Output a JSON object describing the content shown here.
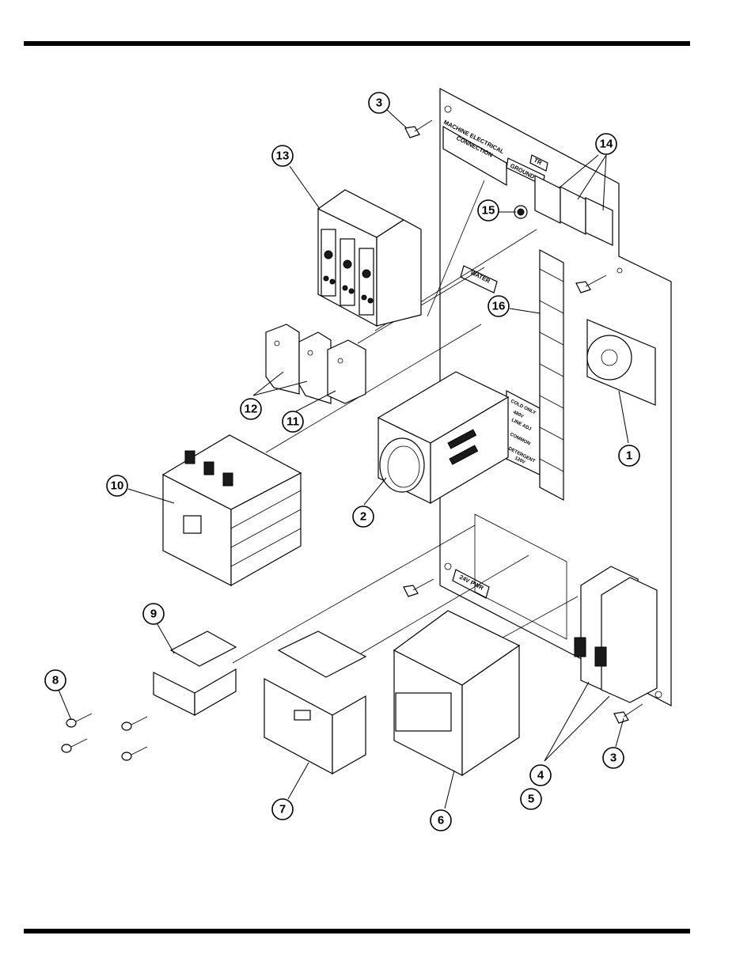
{
  "panel_labels": {
    "machine_connection_line1": "MACHINE ELECTRICAL",
    "machine_connection_line2": "CONNECTION",
    "ground": "GROUND",
    "tr": "TR",
    "water": "WATER",
    "pwr_24v": "24V PWR",
    "cold_only": "COLD ONLY",
    "v480": "480V",
    "line_adj": "LINE ADJ",
    "common": "COMMON",
    "detergent": "DETERGENT",
    "v120": "120V"
  },
  "callouts": [
    "1",
    "2",
    "3",
    "3",
    "4",
    "5",
    "6",
    "7",
    "8",
    "9",
    "10",
    "11",
    "12",
    "13",
    "14",
    "15",
    "16"
  ]
}
